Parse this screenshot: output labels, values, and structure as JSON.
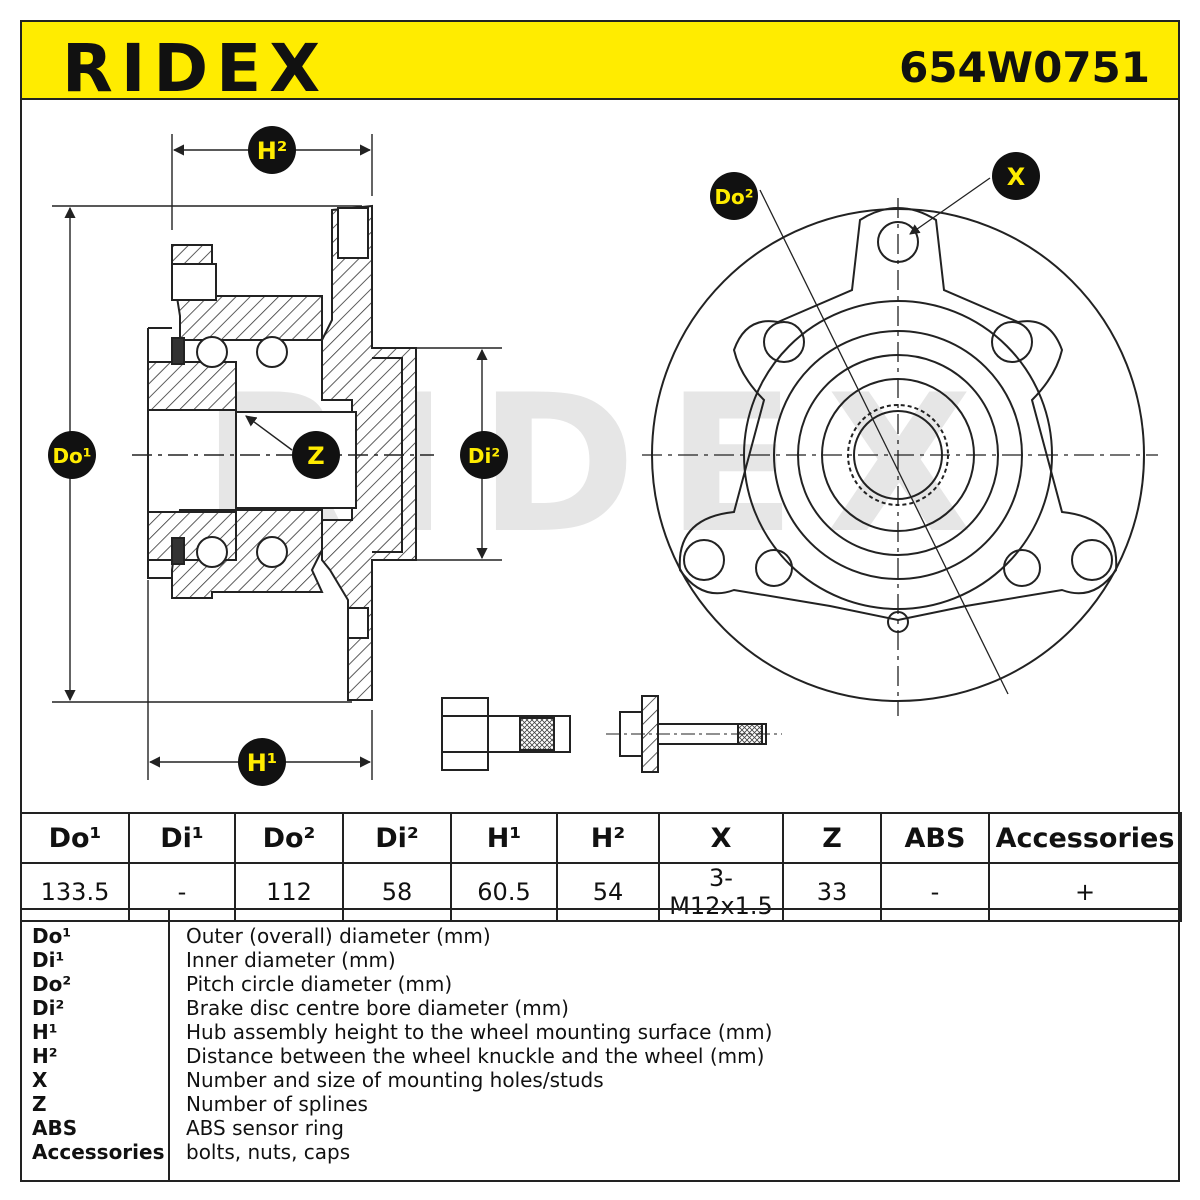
{
  "header": {
    "brand": "RIDEX",
    "part_number": "654W0751"
  },
  "colors": {
    "header_background": "#ffec00",
    "badge_background": "#111111",
    "badge_text": "#ffec00",
    "watermark": "#e6e6e6"
  },
  "drawing": {
    "watermark": "RIDEX",
    "labels": {
      "h2": "H²",
      "do1": "Do¹",
      "z": "Z",
      "di2": "Di²",
      "h1": "H¹",
      "do2": "Do²",
      "x": "X"
    }
  },
  "spec_table": {
    "columns": [
      "Do¹",
      "Di¹",
      "Do²",
      "Di²",
      "H¹",
      "H²",
      "X",
      "Z",
      "ABS",
      "Accessories"
    ],
    "values": [
      "133.5",
      "-",
      "112",
      "58",
      "60.5",
      "54",
      "3-M12x1.5",
      "33",
      "-",
      "+"
    ]
  },
  "legend": [
    {
      "key": "Do¹",
      "desc": "Outer (overall) diameter (mm)"
    },
    {
      "key": "Di¹",
      "desc": "Inner diameter (mm)"
    },
    {
      "key": "Do²",
      "desc": "Pitch circle diameter (mm)"
    },
    {
      "key": "Di²",
      "desc": "Brake disc centre bore diameter (mm)"
    },
    {
      "key": "H¹",
      "desc": "Hub assembly height to the wheel mounting surface (mm)"
    },
    {
      "key": "H²",
      "desc": "Distance between the wheel knuckle and the wheel (mm)"
    },
    {
      "key": "X",
      "desc": "Number and size of mounting holes/studs"
    },
    {
      "key": "Z",
      "desc": "Number of splines"
    },
    {
      "key": "ABS",
      "desc": "ABS sensor ring"
    },
    {
      "key": "Accessories",
      "desc": "bolts, nuts, caps"
    }
  ]
}
